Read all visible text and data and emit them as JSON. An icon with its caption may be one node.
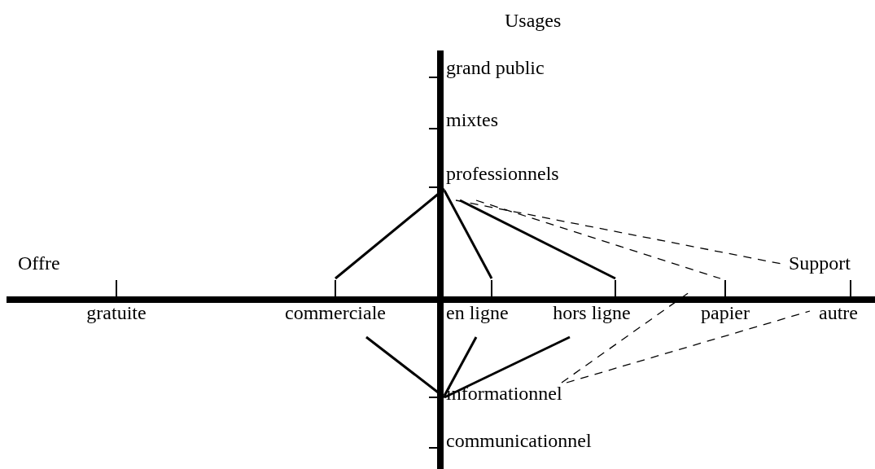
{
  "diagram": {
    "nodes": [
      {
        "text": [
          "professionnels"
        ]
      },
      {
        "text": [
          "Support"
        ]
      },
      {
        "text": [
          "commerciale"
        ]
      },
      {
        "text": [
          "en ligne"
        ]
      },
      {
        "text": [
          "hors ligne"
        ]
      },
      {
        "text": [
          "papier"
        ]
      },
      {
        "text": [
          "autre"
        ]
      },
      {
        "text": [
          "informationnel"
        ]
      }
    ],
    "edges": [
      {
        "from": 0,
        "to": 2,
        "arrow": "none"
      },
      {
        "from": 0,
        "to": 3,
        "arrow": "none"
      },
      {
        "from": 0,
        "to": 4,
        "arrow": "none"
      },
      {
        "from": 0,
        "to": 5,
        "arrow": "none",
        "style": "dashed"
      },
      {
        "from": 0,
        "to": 1,
        "arrow": "none",
        "style": "dashed"
      },
      {
        "from": 7,
        "to": 2,
        "arrow": "none"
      },
      {
        "from": 7,
        "to": 3,
        "arrow": "none"
      },
      {
        "from": 7,
        "to": 4,
        "arrow": "none"
      },
      {
        "from": 7,
        "to": 5,
        "arrow": "none",
        "style": "dashed"
      },
      {
        "from": 7,
        "to": 6,
        "arrow": "none",
        "style": "dashed"
      }
    ],
    "labels": [
      "Usages",
      "grand public",
      "mixtes",
      "Offre",
      "gratuite",
      "communicationnel"
    ]
  }
}
